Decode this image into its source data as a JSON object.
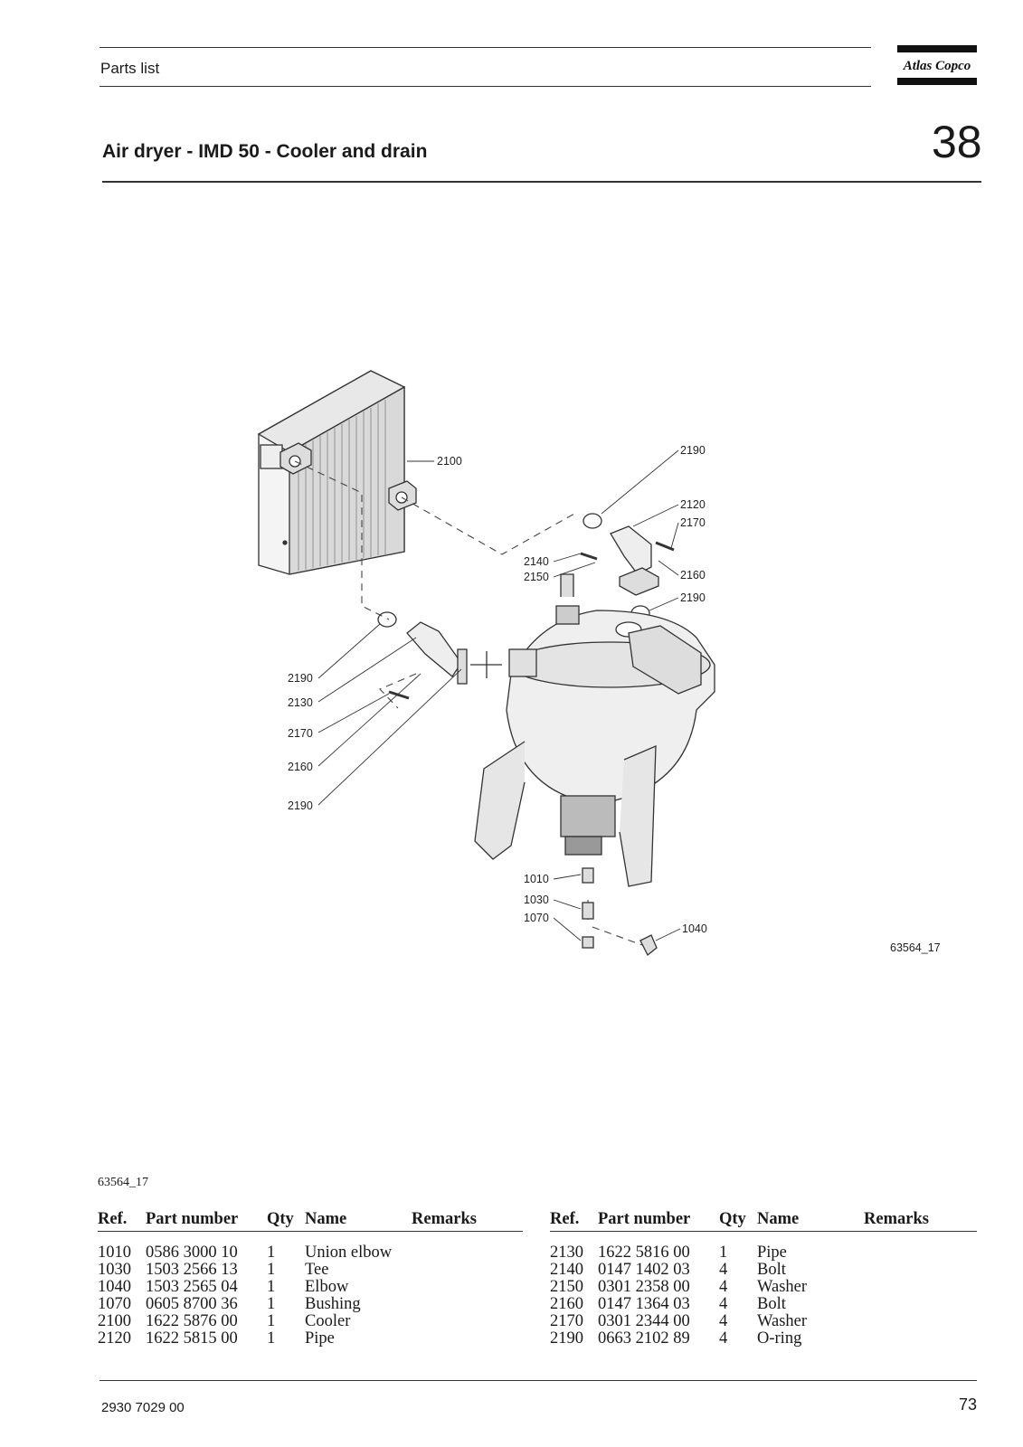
{
  "header": {
    "label": "Parts list",
    "brand": "Atlas Copco"
  },
  "title": "Air dryer - IMD 50 - Cooler and drain",
  "section_number": "38",
  "figure": {
    "image_ref": "63564_17",
    "callouts": {
      "c2100": "2100",
      "c2190a": "2190",
      "c2120": "2120",
      "c2170a": "2170",
      "c2140": "2140",
      "c2150": "2150",
      "c2160a": "2160",
      "c2190b": "2190",
      "c2190c": "2190",
      "c2130": "2130",
      "c2170b": "2170",
      "c2160b": "2160",
      "c2190d": "2190",
      "c1010": "1010",
      "c1030": "1030",
      "c1070": "1070",
      "c1040": "1040"
    }
  },
  "figure_ref_caption": "63564_17",
  "table": {
    "headers": {
      "ref": "Ref.",
      "part_number": "Part number",
      "qty": "Qty",
      "name": "Name",
      "remarks": "Remarks"
    },
    "left": [
      {
        "ref": "1010",
        "part_number": "0586 3000 10",
        "qty": "1",
        "name": "Union elbow",
        "remarks": ""
      },
      {
        "ref": "1030",
        "part_number": "1503 2566 13",
        "qty": "1",
        "name": "Tee",
        "remarks": ""
      },
      {
        "ref": "1040",
        "part_number": "1503 2565 04",
        "qty": "1",
        "name": "Elbow",
        "remarks": ""
      },
      {
        "ref": "1070",
        "part_number": "0605 8700 36",
        "qty": "1",
        "name": "Bushing",
        "remarks": ""
      },
      {
        "ref": "2100",
        "part_number": "1622 5876 00",
        "qty": "1",
        "name": "Cooler",
        "remarks": ""
      },
      {
        "ref": "2120",
        "part_number": "1622 5815 00",
        "qty": "1",
        "name": "Pipe",
        "remarks": ""
      }
    ],
    "right": [
      {
        "ref": "2130",
        "part_number": "1622 5816 00",
        "qty": "1",
        "name": "Pipe",
        "remarks": ""
      },
      {
        "ref": "2140",
        "part_number": "0147 1402 03",
        "qty": "4",
        "name": "Bolt",
        "remarks": ""
      },
      {
        "ref": "2150",
        "part_number": "0301 2358 00",
        "qty": "4",
        "name": "Washer",
        "remarks": ""
      },
      {
        "ref": "2160",
        "part_number": "0147 1364 03",
        "qty": "4",
        "name": "Bolt",
        "remarks": ""
      },
      {
        "ref": "2170",
        "part_number": "0301 2344 00",
        "qty": "4",
        "name": "Washer",
        "remarks": ""
      },
      {
        "ref": "2190",
        "part_number": "0663 2102 89",
        "qty": "4",
        "name": "O-ring",
        "remarks": ""
      }
    ]
  },
  "footer": {
    "doc_number": "2930 7029 00",
    "page_number": "73"
  }
}
